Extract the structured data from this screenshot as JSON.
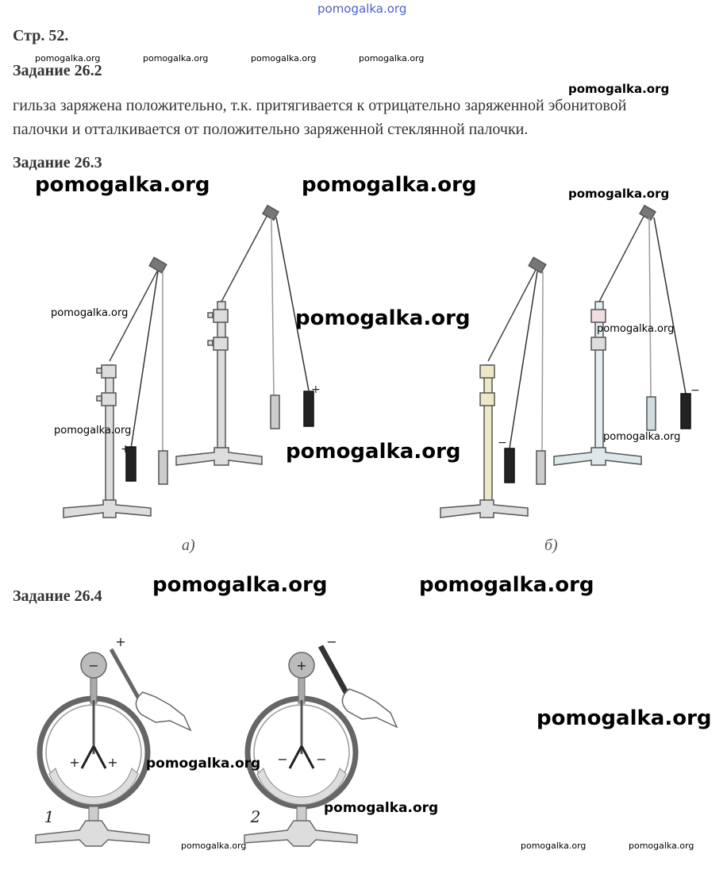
{
  "header": {
    "site": "pomogalka.org"
  },
  "page": {
    "label": "Стр. 52."
  },
  "task_26_2": {
    "title": "Задание 26.2",
    "text_line1": "гильза заряжена положительно, т.к. притягивается к отрицательно заряженной эбонитовой",
    "text_line2": "палочки и отталкивается от положительно заряженной стеклянной палочки."
  },
  "task_26_3": {
    "title": "Задание 26.3",
    "caption_a": "а)",
    "caption_b": "б)",
    "signs": {
      "a_left": "+",
      "a_right": "+",
      "b_left": "−",
      "b_right": "−"
    }
  },
  "task_26_4": {
    "title": "Задание 26.4",
    "label_1": "1",
    "label_2": "2",
    "e1": {
      "ball": "−",
      "rod": "+",
      "leaf_left": "+",
      "leaf_right": "+"
    },
    "e2": {
      "ball": "+",
      "rod": "−",
      "leaf_left": "−",
      "leaf_right": "−"
    }
  },
  "watermark": "pomogalka.org"
}
